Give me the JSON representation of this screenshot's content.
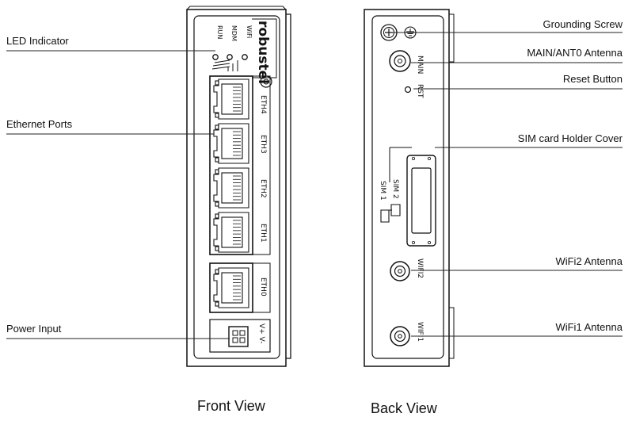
{
  "front": {
    "caption": "Front View",
    "brand": "robustel",
    "led_labels": [
      "RUN",
      "MDM",
      "WiFi"
    ],
    "ports": [
      "ETH4",
      "ETH3",
      "ETH2",
      "ETH1"
    ],
    "port_eth0": "ETH0",
    "power_label": "V+ V-",
    "callouts": {
      "led": "LED  Indicator",
      "ethernet": "Ethernet Ports",
      "power": "Power Input"
    }
  },
  "back": {
    "caption": "Back View",
    "labels": {
      "main": "MAIN",
      "rst": "RST",
      "sim1": "SIM 1",
      "sim2": "SIM 2",
      "wifi2": "WIFI2",
      "wifi1": "WIFI1"
    },
    "callouts": {
      "grounding": "Grounding Screw",
      "main_antenna": "MAIN/ANT0 Antenna",
      "reset": "Reset Button",
      "sim_cover": "SIM card Holder Cover",
      "wifi2_antenna": "WiFi2 Antenna",
      "wifi1_antenna": "WiFi1 Antenna"
    }
  }
}
